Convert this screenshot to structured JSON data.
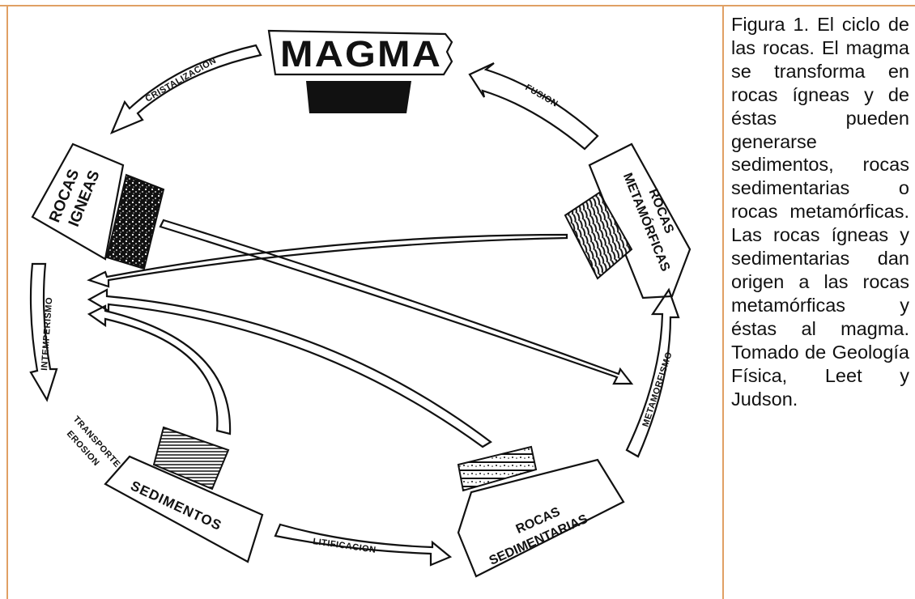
{
  "diagram": {
    "magma": "MAGMA",
    "rocas_igneas": [
      "ROCAS",
      "IGNEAS"
    ],
    "rocas_metamorficas": [
      "ROCAS",
      "METAMÓRFICAS"
    ],
    "rocas_sedimentarias": [
      "ROCAS",
      "SEDIMENTARIAS"
    ],
    "sedimentos": "SEDIMENTOS",
    "cristalizacion": "CRISTALIZACION",
    "fusion": "FUSION",
    "intemperismo": "INTEMPERISMO",
    "transporte": "TRANSPORTE",
    "erosion": "EROSION",
    "litificacion": "LITIFICACION",
    "metamorfismo": "METAMORFISMO"
  },
  "caption": "Figura 1. El ciclo de las rocas. El magma se transforma en rocas ígneas y de éstas pueden generarse sedimentos, rocas sedimentarias o rocas metamórficas. Las rocas ígneas y sedimentarias dan origen a las rocas metamórficas y éstas al magma. Tomado de Geología Física, Leet y Judson."
}
